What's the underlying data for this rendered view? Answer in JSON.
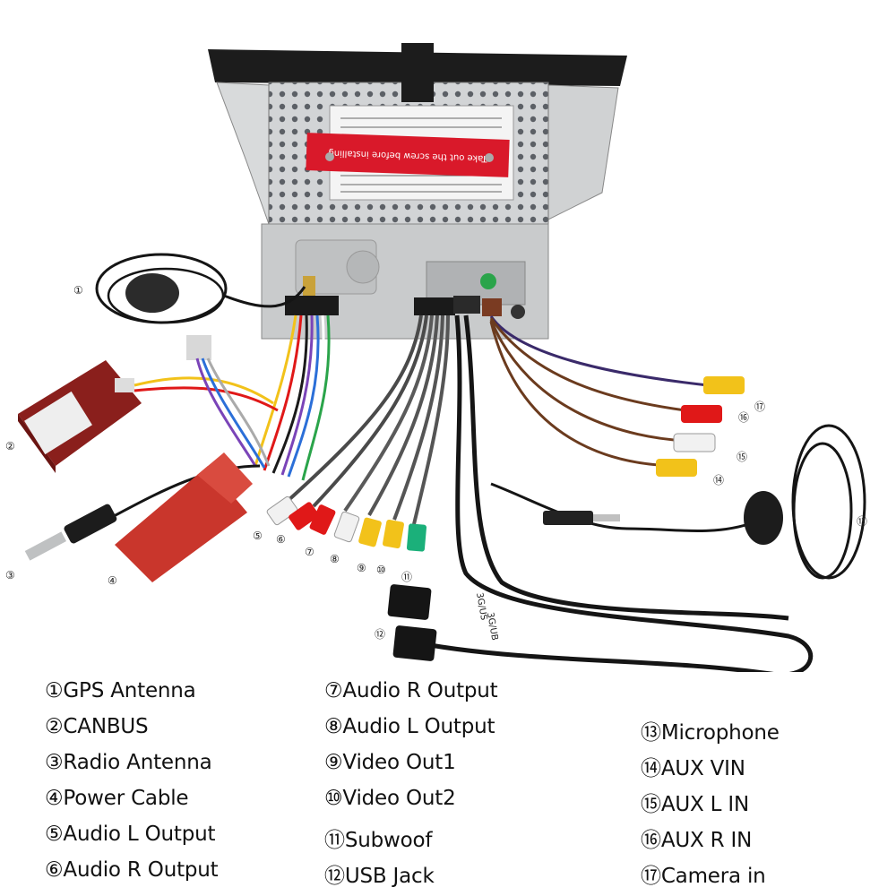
{
  "unit_labels": {
    "warning_tag": "Take out the screw before installing",
    "usb_tag_1": "3G/US",
    "usb_tag_2": "3G/UB"
  },
  "callouts": [
    "①",
    "②",
    "③",
    "④",
    "⑤",
    "⑥",
    "⑦",
    "⑧",
    "⑨",
    "⑩",
    "⑪",
    "⑫",
    "⑬",
    "⑭",
    "⑮",
    "⑯",
    "⑰"
  ],
  "legend": [
    {
      "num": "①",
      "text": "GPS Antenna"
    },
    {
      "num": "②",
      "text": "CANBUS"
    },
    {
      "num": "③",
      "text": "Radio Antenna"
    },
    {
      "num": "④",
      "text": "Power Cable"
    },
    {
      "num": "⑤",
      "text": "Audio L Output"
    },
    {
      "num": "⑥",
      "text": "Audio R Output"
    },
    {
      "num": "⑦",
      "text": "Audio R Output"
    },
    {
      "num": "⑧",
      "text": "Audio L Output"
    },
    {
      "num": "⑨",
      "text": "Video Out1"
    },
    {
      "num": "⑩",
      "text": "Video Out2"
    },
    {
      "num": "⑪",
      "text": "Subwoof"
    },
    {
      "num": "⑫",
      "text": "USB Jack"
    },
    {
      "num": "⑬",
      "text": "Microphone"
    },
    {
      "num": "⑭",
      "text": "AUX VIN"
    },
    {
      "num": "⑮",
      "text": "AUX L IN"
    },
    {
      "num": "⑯",
      "text": "AUX R IN"
    },
    {
      "num": "⑰",
      "text": "Camera in"
    }
  ],
  "colors": {
    "chassis": "#c9cbcc",
    "bezel": "#1c1c1c",
    "warning_sticker": "#d9192a",
    "canbus_box": "#8a1f1c",
    "power_plug": "#c9362c",
    "rca_red": "#e01818",
    "rca_white": "#f1f1f1",
    "rca_yellow": "#f2c21a",
    "rca_green": "#1bb07a",
    "cable_black": "#151515",
    "cable_brown": "#6b3b1e"
  }
}
